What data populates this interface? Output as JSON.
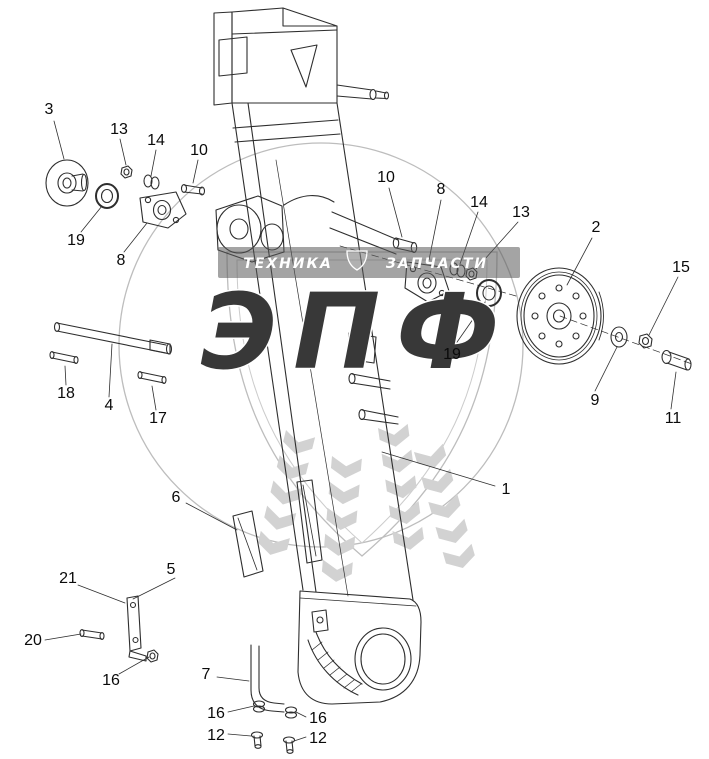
{
  "watermark": {
    "title": "ЭПФ",
    "band_left": "ТЕХНИКА",
    "band_right": "ЗАПЧАСТИ"
  },
  "callouts": [
    {
      "label": "3"
    },
    {
      "label": "13"
    },
    {
      "label": "14"
    },
    {
      "label": "10"
    },
    {
      "label": "19"
    },
    {
      "label": "8"
    },
    {
      "label": "10"
    },
    {
      "label": "8"
    },
    {
      "label": "14"
    },
    {
      "label": "13"
    },
    {
      "label": "2"
    },
    {
      "label": "15"
    },
    {
      "label": "19"
    },
    {
      "label": "9"
    },
    {
      "label": "11"
    },
    {
      "label": "18"
    },
    {
      "label": "4"
    },
    {
      "label": "17"
    },
    {
      "label": "1"
    },
    {
      "label": "6"
    },
    {
      "label": "5"
    },
    {
      "label": "21"
    },
    {
      "label": "20"
    },
    {
      "label": "16"
    },
    {
      "label": "7"
    },
    {
      "label": "16"
    },
    {
      "label": "16"
    },
    {
      "label": "12"
    },
    {
      "label": "12"
    }
  ]
}
